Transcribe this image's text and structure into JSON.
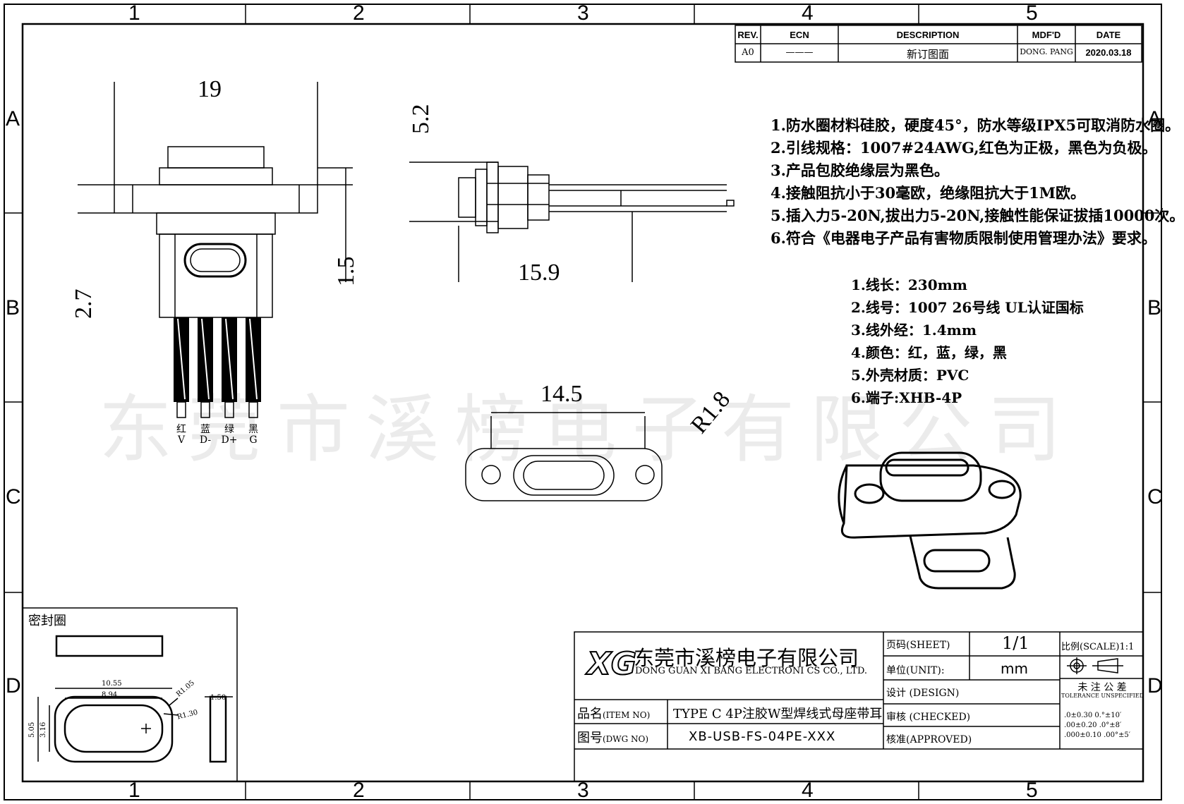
{
  "zones": {
    "columns": [
      "1",
      "2",
      "3",
      "4",
      "5"
    ],
    "rows": [
      "A",
      "B",
      "C",
      "D"
    ]
  },
  "revision_table": {
    "headers": {
      "rev": "REV.",
      "ecn": "ECN",
      "description": "DESCRIPTION",
      "modified_by": "MDF'D",
      "date": "DATE"
    },
    "row": {
      "rev": "A0",
      "ecn": "———",
      "description": "新订图面",
      "modified_by": "DONG. PANG",
      "date": "2020.03.18"
    }
  },
  "notes": [
    "1.防水圈材料硅胶，硬度45°，防水等级IPX5可取消防水圈。",
    "2.引线规格：1007#24AWG,红色为正极，黑色为负极。",
    "3.产品包胶绝缘层为黑色。",
    "4.接触阻抗小于30毫欧，绝缘阻抗大于1M欧。",
    "5.插入力5-20N,拔出力5-20N,接触性能保证拔插10000次。",
    "6.符合《电器电子产品有害物质限制使用管理办法》要求。"
  ],
  "wire_specs": [
    "1.线长：230mm",
    "2.线号：1007  26号线 UL认证国标",
    "3.线外经：1.4mm",
    "4.颜色：红，蓝，绿，黑",
    "5.外壳材质：PVC",
    "6.端子:XHB-4P"
  ],
  "dimensions": {
    "front_width": "19",
    "front_height": "2.7",
    "front_offset": "1.5",
    "side_height": "5.2",
    "side_length": "15.9",
    "flange_width": "14.5",
    "corner_radius": "R1.8"
  },
  "wires": [
    {
      "color": "红",
      "signal": "V"
    },
    {
      "color": "蓝",
      "signal": "D-"
    },
    {
      "color": "绿",
      "signal": "D+"
    },
    {
      "color": "黑",
      "signal": "G"
    }
  ],
  "seal_detail": {
    "title": "密封圈",
    "dims": {
      "outer_width": "10.55",
      "inner_width": "8.94",
      "r_outer": "R1.05",
      "r_inner": "R1.30",
      "height_outer": "5.05",
      "height_inner": "3.16",
      "thickness": "1.50"
    }
  },
  "watermark": "东莞市溪榜电子有限公司",
  "title_block": {
    "company_cn": "东莞市溪榜电子有限公司",
    "company_en": "DONG GUAN XI BANG ELECTRONI CS CO., LTD.",
    "sheet_label": "页码(SHEET)",
    "sheet_value": "1/1",
    "scale_label": "比例(SCALE)1:1",
    "unit_label": "单位(UNIT):",
    "unit_value": "mm",
    "design_label": "设计 (DESIGN)",
    "checked_label": "审核 (CHECKED)",
    "approved_label": "核准(APPROVED)",
    "item_label_cn": "品名",
    "item_label_en": "(ITEM NO)",
    "item_value": "TYPE C 4P注胶W型焊线式母座带耳",
    "dwg_label_cn": "图号",
    "dwg_label_en": "(DWG NO)",
    "dwg_value": "XB-USB-FS-04PE-XXX",
    "tolerance_cn": "未 注 公 差",
    "tolerance_en": "TOLERANCE UNSPECIFIED",
    "tolerance_rows": [
      ".0±0.30  0.°±10′",
      ".00±0.20  .0°±8′",
      ".000±0.10 .00°±5′"
    ]
  }
}
